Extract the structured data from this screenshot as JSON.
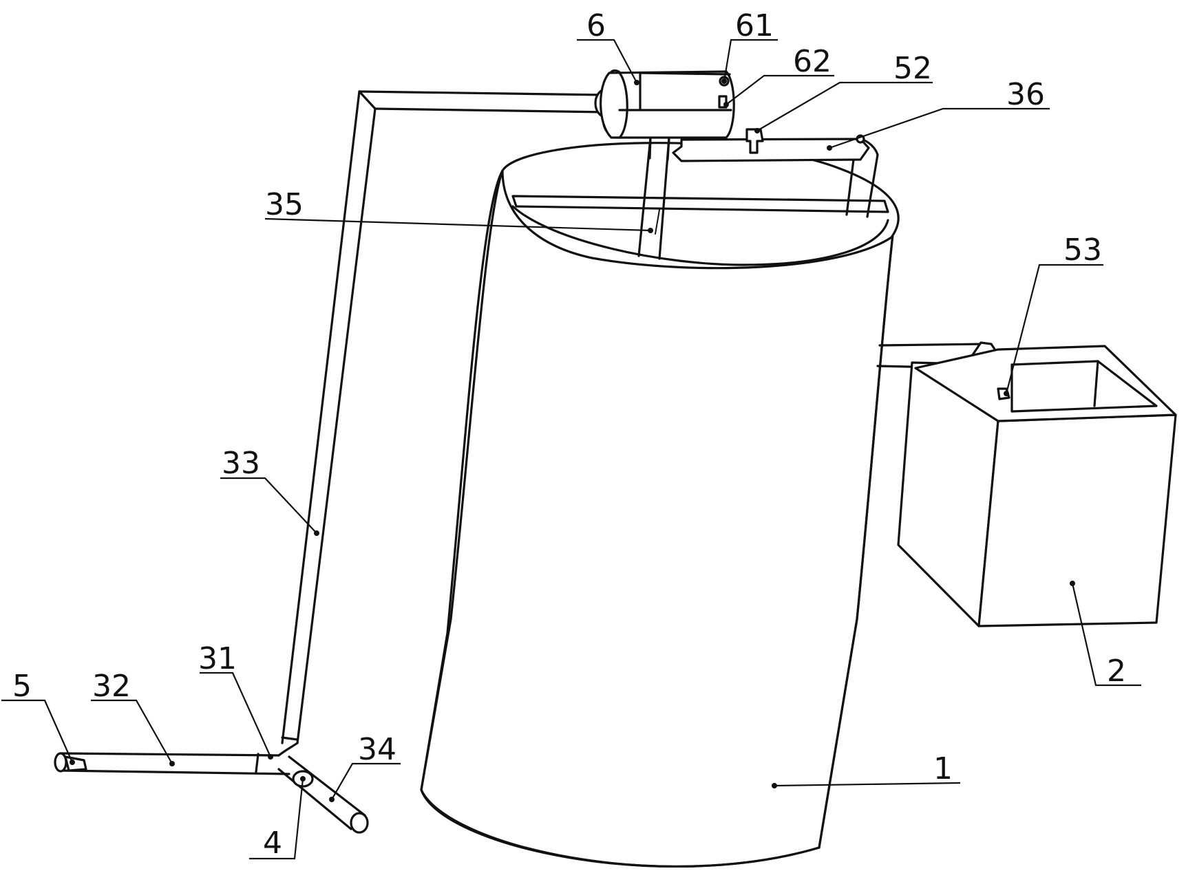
{
  "labels": {
    "tank": "1",
    "box": "2",
    "pipe_31": "31",
    "pipe_32": "32",
    "pipe_33": "33",
    "pipe_34": "34",
    "pipe_35": "35",
    "pipe_36": "36",
    "valve_4": "4",
    "valve_5": "5",
    "valve_52": "52",
    "valve_53": "53",
    "pump_6": "6",
    "part_61": "61",
    "part_62": "62"
  }
}
